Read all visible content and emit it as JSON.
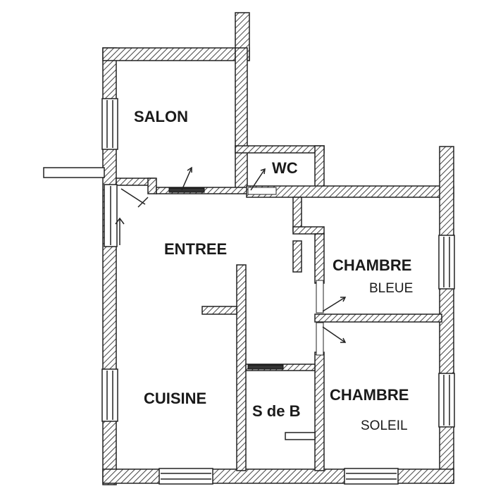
{
  "rooms": {
    "salon": "SALON",
    "wc": "WC",
    "entree": "ENTREE",
    "chambre_bleue": "CHAMBRE",
    "chambre_bleue_sub": "BLEUE",
    "cuisine": "CUISINE",
    "sdb": "S de B",
    "chambre_soleil": "CHAMBRE",
    "chambre_soleil_sub": "SOLEIL"
  },
  "colors": {
    "wall_stroke": "#222222",
    "wall_hatch": "#444444",
    "background": "#ffffff"
  }
}
